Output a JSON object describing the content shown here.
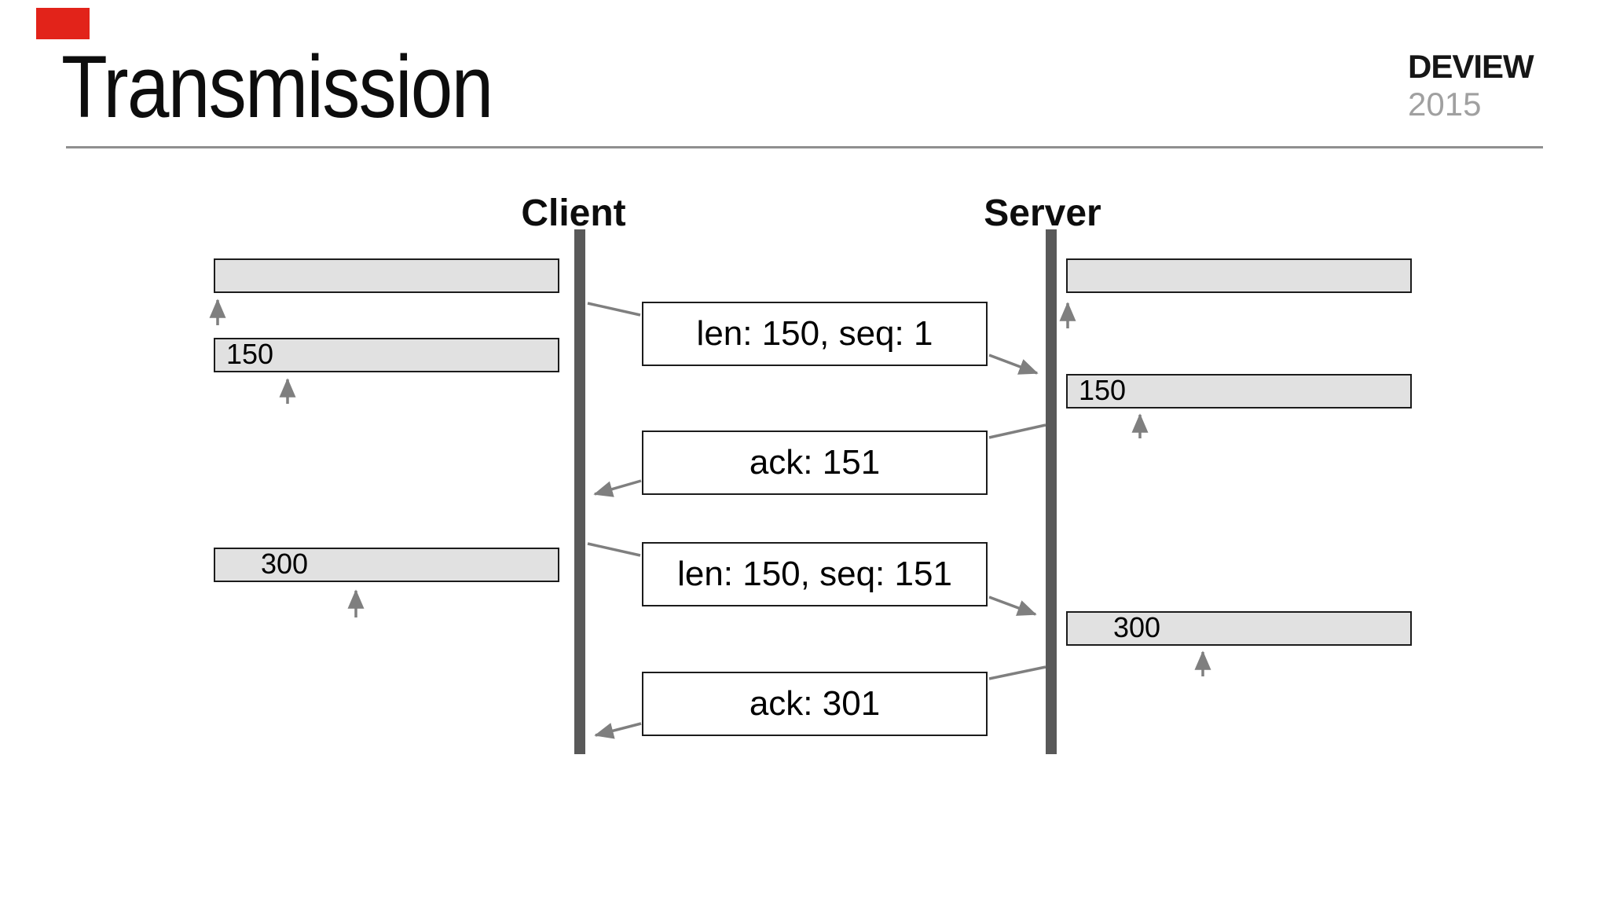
{
  "slide": {
    "title": "Transmission"
  },
  "logo": {
    "brand": "DEVIEW",
    "year": "2015"
  },
  "diagram": {
    "client": {
      "label": "Client",
      "buffers": [
        {
          "label": ""
        },
        {
          "label": "150"
        },
        {
          "label": "300"
        }
      ]
    },
    "server": {
      "label": "Server",
      "buffers": [
        {
          "label": ""
        },
        {
          "label": "150"
        },
        {
          "label": "300"
        }
      ]
    },
    "messages": [
      {
        "label": "len: 150, seq: 1",
        "from": "client",
        "to": "server"
      },
      {
        "label": "ack: 151",
        "from": "server",
        "to": "client"
      },
      {
        "label": "len: 150, seq: 151",
        "from": "client",
        "to": "server"
      },
      {
        "label": "ack: 301",
        "from": "server",
        "to": "client"
      }
    ]
  },
  "colors": {
    "accent_red": "#e2231a",
    "buffer_fill": "#e1e1e1",
    "lifeline_gray": "#595959",
    "connector_gray": "#7f7f7f",
    "divider_gray": "#8f8f8f",
    "year_gray": "#a0a0a0"
  }
}
